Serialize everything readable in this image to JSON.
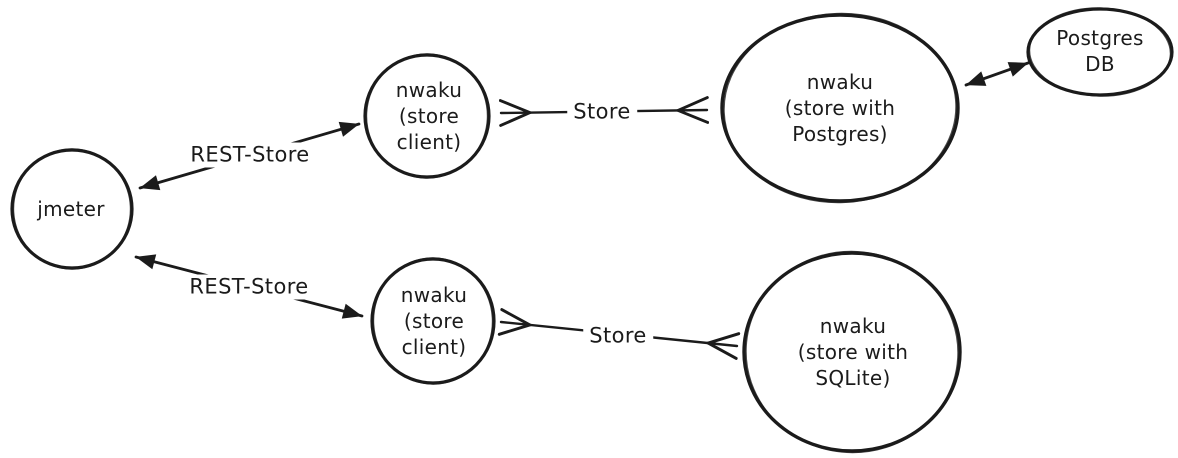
{
  "colors": {
    "ink": "#1b1b1b",
    "background": "#ffffff"
  },
  "nodes": {
    "jmeter": {
      "lines": [
        "jmeter"
      ]
    },
    "store_client_top": {
      "lines": [
        "nwaku",
        "(store",
        "client)"
      ]
    },
    "store_postgres": {
      "lines": [
        "nwaku",
        "(store with",
        "Postgres)"
      ]
    },
    "postgres_db": {
      "lines": [
        "Postgres",
        "DB"
      ]
    },
    "store_client_bottom": {
      "lines": [
        "nwaku",
        "(store",
        "client)"
      ]
    },
    "store_sqlite": {
      "lines": [
        "nwaku",
        "(store with",
        "SQLite)"
      ]
    }
  },
  "edges": {
    "rest_store_top": {
      "label": "REST-Store"
    },
    "store_top": {
      "label": "Store"
    },
    "rest_store_bottom": {
      "label": "REST-Store"
    },
    "store_bottom": {
      "label": "Store"
    }
  }
}
